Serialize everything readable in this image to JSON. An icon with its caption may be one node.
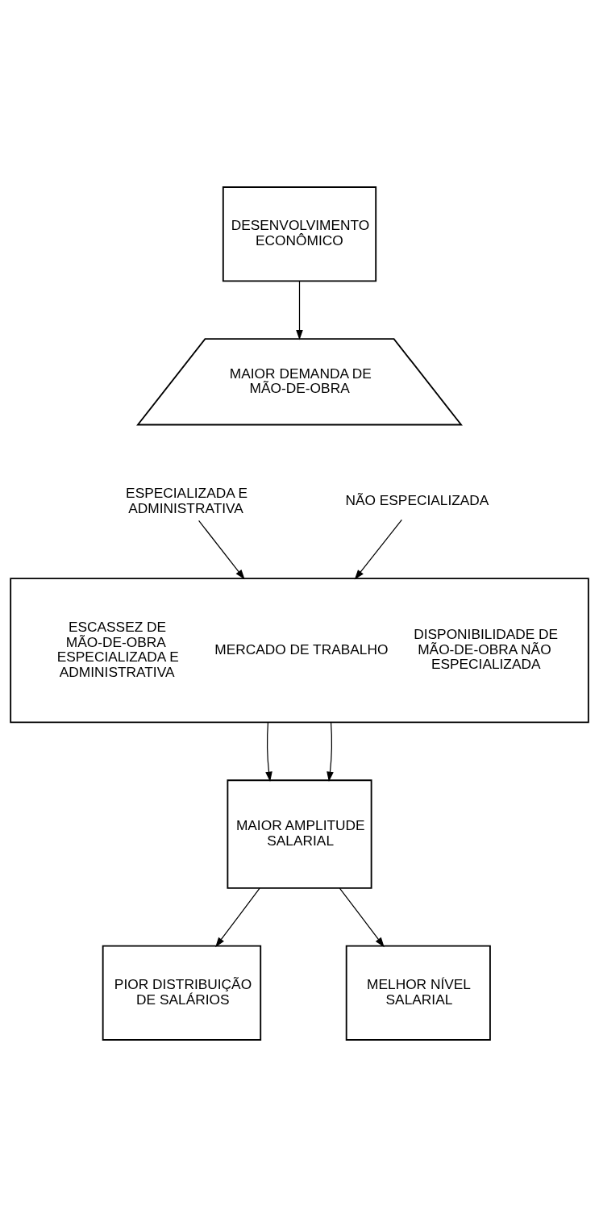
{
  "diagram": {
    "nodes": [
      {
        "text": [
          "DESENVOLVIMENTO ECONÔMICO"
        ]
      },
      {
        "text": [
          "MAIOR DEMANDA DE MÃO-DE-OBRA"
        ]
      },
      {
        "text": [
          "ESPECIALIZADA E ADMINISTRATIVA"
        ]
      },
      {
        "text": [
          "NÃO ESPECIALIZADA"
        ]
      },
      {
        "text": [
          "ESCASSEZ DE MÃO-DE-OBRA ESPECIALIZADA E ADMINISTRATIVA",
          "MERCADO DE TRABALHO",
          "DISPONIBILIDADE DE MÃO-DE-OBRA NÃO ESPECIALIZADA"
        ]
      },
      {
        "text": [
          "MAIOR AMPLITUDE SALARIAL"
        ]
      },
      {
        "text": [
          "PIOR DISTRIBUIÇÃO DE SALÁRIOS"
        ]
      },
      {
        "text": [
          "MELHOR NÍVEL SALARIAL"
        ]
      }
    ],
    "edges": [
      {
        "from": 0,
        "to": 1,
        "arrow": "to"
      },
      {
        "from": 2,
        "to": 4,
        "arrow": "to"
      },
      {
        "from": 3,
        "to": 4,
        "arrow": "to"
      },
      {
        "from": 4,
        "to": 5,
        "arrow": "to"
      },
      {
        "from": 4,
        "to": 5,
        "arrow": "to"
      },
      {
        "from": 5,
        "to": 6,
        "arrow": "to"
      },
      {
        "from": 5,
        "to": 7,
        "arrow": "to"
      }
    ]
  }
}
